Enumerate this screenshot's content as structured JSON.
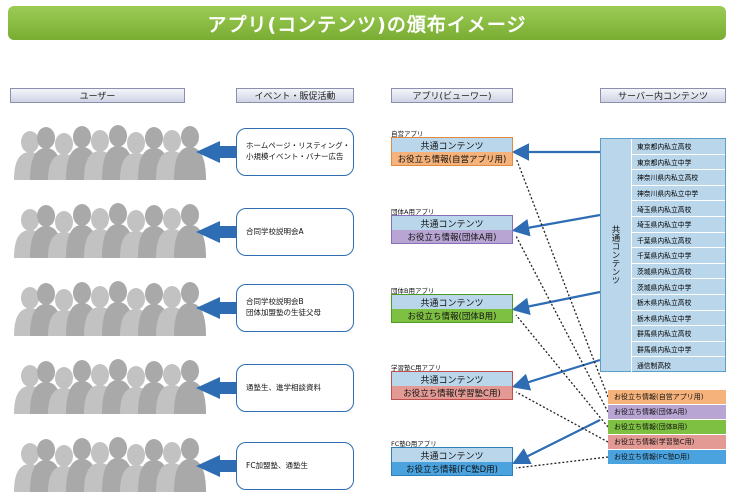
{
  "title": "アプリ(コンテンツ)の頒布イメージ",
  "columns": [
    "ユーザー",
    "イベント・販促活動",
    "アプリ(ビューワー)",
    "サーバー内コンテンツ"
  ],
  "events": [
    [
      "ホームページ・リスティング・",
      "小規模イベント・バナー広告"
    ],
    [
      "合同学校説明会A",
      ""
    ],
    [
      "合同学校説明会B",
      "団体加盟塾の生徒父母"
    ],
    [
      "通塾生、進学相談資料",
      ""
    ],
    [
      "FC加盟塾、通塾生",
      ""
    ]
  ],
  "apps": [
    {
      "label": "自営アプリ",
      "common": "共通コンテンツ",
      "info": "お役立ち情報(自営アプリ用)",
      "color": "#f5b27a",
      "border": "#e08a40"
    },
    {
      "label": "団体A用アプリ",
      "common": "共通コンテンツ",
      "info": "お役立ち情報(団体A用)",
      "color": "#b8a5d4",
      "border": "#8a6fb8"
    },
    {
      "label": "団体B用アプリ",
      "common": "共通コンテンツ",
      "info": "お役立ち情報(団体B用)",
      "color": "#7ec142",
      "border": "#4f9a20"
    },
    {
      "label": "学習塾C用アプリ",
      "common": "共通コンテンツ",
      "info": "お役立ち情報(学習塾C用)",
      "color": "#e39a94",
      "border": "#c0504d"
    },
    {
      "label": "FC塾D用アプリ",
      "common": "共通コンテンツ",
      "info": "お役立ち情報(FC塾D用)",
      "color": "#4aa3df",
      "border": "#2e7fb8"
    }
  ],
  "server": {
    "title": "共通コンテンツ",
    "schools": [
      "東京都内私立高校",
      "東京都内私立中学",
      "神奈川県内私立高校",
      "神奈川県内私立中学",
      "埼玉県内私立高校",
      "埼玉県内私立中学",
      "千葉県内私立高校",
      "千葉県内私立中学",
      "茨城県内私立高校",
      "茨城県内私立中学",
      "栃木県内私立高校",
      "栃木県内私立中学",
      "群馬県内私立高校",
      "群馬県内私立中学",
      "通信制高校"
    ],
    "info": [
      "お役立ち情報(自営アプリ用)",
      "お役立ち情報(団体A用)",
      "お役立ち情報(団体B用)",
      "お役立ち情報(学習塾C用)",
      "お役立ち情報(FC塾D用)"
    ],
    "info_colors": [
      "#f5b27a",
      "#b8a5d4",
      "#7ec142",
      "#e39a94",
      "#4aa3df"
    ]
  },
  "colors": {
    "arrow": "#2e6db4",
    "crowd": "#b9b9b9"
  }
}
